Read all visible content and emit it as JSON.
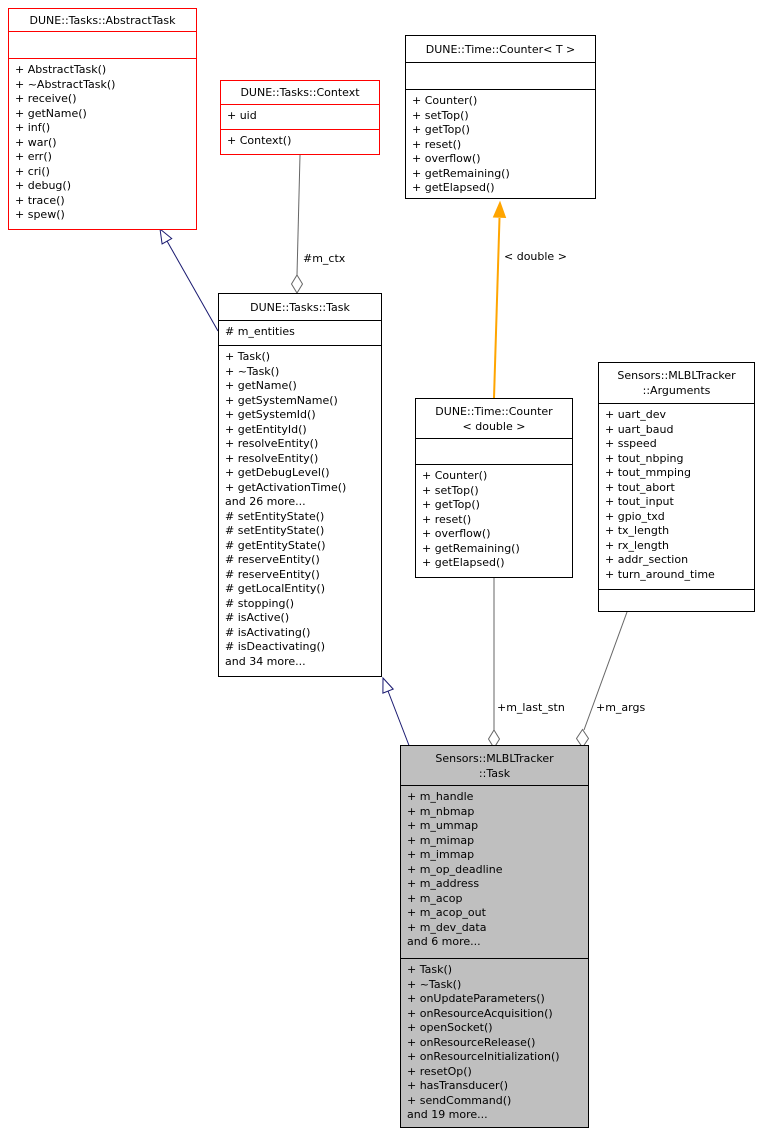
{
  "classes": {
    "abstract_task": {
      "title": "DUNE::Tasks::AbstractTask",
      "attributes": [],
      "methods": [
        "+ AbstractTask()",
        "+ ~AbstractTask()",
        "+ receive()",
        "+ getName()",
        "+ inf()",
        "+ war()",
        "+ err()",
        "+ cri()",
        "+ debug()",
        "+ trace()",
        "+ spew()"
      ]
    },
    "context": {
      "title": "DUNE::Tasks::Context",
      "attributes": [
        "+ uid"
      ],
      "methods": [
        "+ Context()"
      ]
    },
    "counter_t": {
      "title": "DUNE::Time::Counter< T >",
      "attributes": [],
      "methods": [
        "+ Counter()",
        "+ setTop()",
        "+ getTop()",
        "+ reset()",
        "+ overflow()",
        "+ getRemaining()",
        "+ getElapsed()"
      ]
    },
    "task": {
      "title": "DUNE::Tasks::Task",
      "attributes": [
        "# m_entities"
      ],
      "methods": [
        "+ Task()",
        "+ ~Task()",
        "+ getName()",
        "+ getSystemName()",
        "+ getSystemId()",
        "+ getEntityId()",
        "+ resolveEntity()",
        "+ resolveEntity()",
        "+ getDebugLevel()",
        "+ getActivationTime()",
        "and 26 more...",
        "# setEntityState()",
        "# setEntityState()",
        "# getEntityState()",
        "# reserveEntity()",
        "# reserveEntity()",
        "# getLocalEntity()",
        "# stopping()",
        "# isActive()",
        "# isActivating()",
        "# isDeactivating()",
        "and 34 more..."
      ]
    },
    "counter_double": {
      "title": "DUNE::Time::Counter\n< double >",
      "attributes": [],
      "methods": [
        "+ Counter()",
        "+ setTop()",
        "+ getTop()",
        "+ reset()",
        "+ overflow()",
        "+ getRemaining()",
        "+ getElapsed()"
      ]
    },
    "arguments": {
      "title": "Sensors::MLBLTracker\n::Arguments",
      "attributes": [
        "+ uart_dev",
        "+ uart_baud",
        "+ sspeed",
        "+ tout_nbping",
        "+ tout_mmping",
        "+ tout_abort",
        "+ tout_input",
        "+ gpio_txd",
        "+ tx_length",
        "+ rx_length",
        "+ addr_section",
        "+ turn_around_time"
      ],
      "methods": []
    },
    "mlbl_task": {
      "title": "Sensors::MLBLTracker\n::Task",
      "attributes": [
        "+ m_handle",
        "+ m_nbmap",
        "+ m_ummap",
        "+ m_mimap",
        "+ m_immap",
        "+ m_op_deadline",
        "+ m_address",
        "+ m_acop",
        "+ m_acop_out",
        "+ m_dev_data",
        "and 6 more..."
      ],
      "methods": [
        "+ Task()",
        "+ ~Task()",
        "+ onUpdateParameters()",
        "+ onResourceAcquisition()",
        "+ openSocket()",
        "+ onResourceRelease()",
        "+ onResourceInitialization()",
        "+ resetOp()",
        "+ hasTransducer()",
        "+ sendCommand()",
        "and 19 more..."
      ]
    }
  },
  "edge_labels": {
    "m_ctx": "#m_ctx",
    "template_args": "< double >",
    "m_last_stn": "+m_last_stn",
    "m_args": "+m_args"
  },
  "colors": {
    "red_border": "#ff0000",
    "black_border": "#000000",
    "node_fill": "#ffffff",
    "focus_fill": "#bfbfbf",
    "inheritance": "#191970",
    "template": "#ffa500",
    "aggregation": "#666666"
  }
}
